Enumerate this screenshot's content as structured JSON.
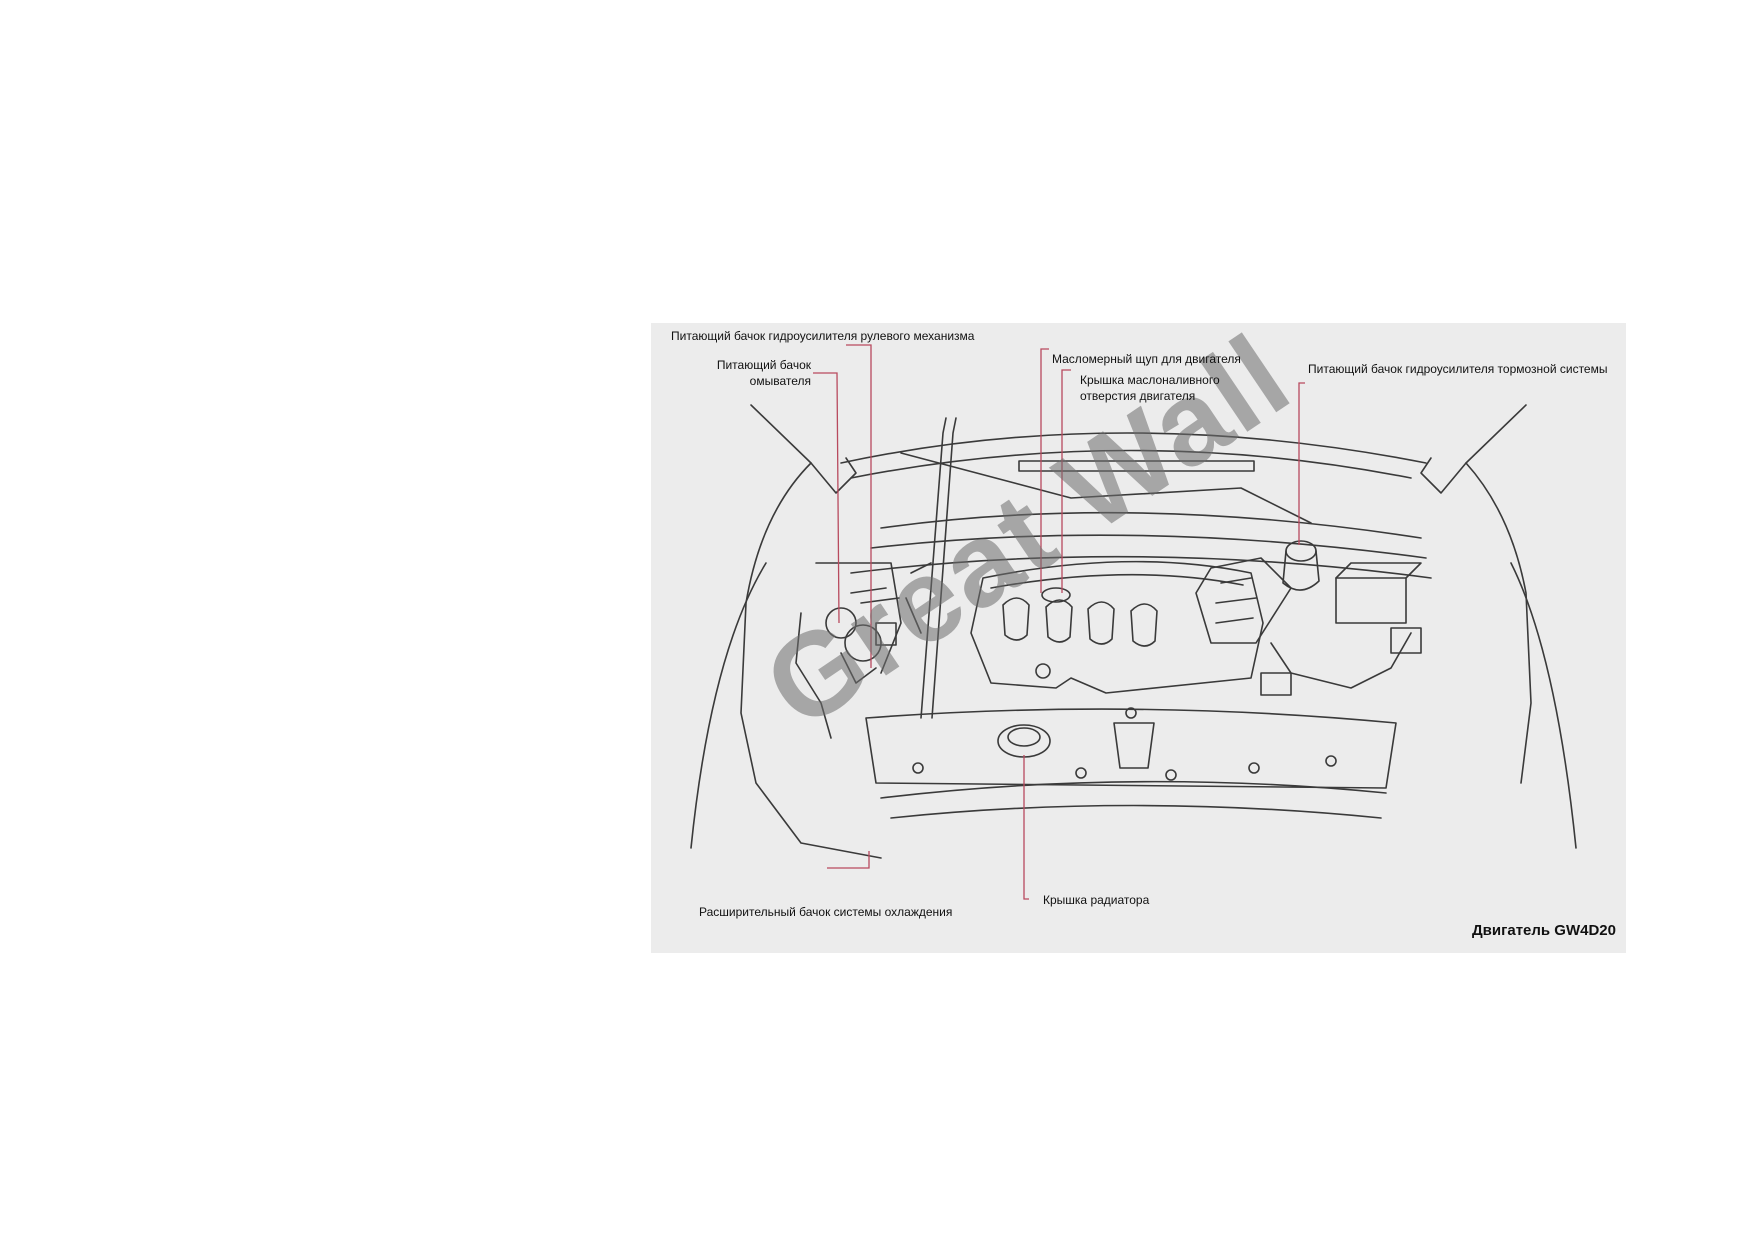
{
  "labels": {
    "steering_reservoir": "Питающий бачок гидроусилителя рулевого механизма",
    "washer_reservoir_line1": "Питающий бачок",
    "washer_reservoir_line2": "омывателя",
    "oil_dipstick": "Масломерный щуп для двигателя",
    "oil_cap_line1": "Крышка маслоналивного",
    "oil_cap_line2": "отверстия двигателя",
    "brake_reservoir": "Питающий бачок гидроусилителя тормозной системы",
    "coolant_tank": "Расширительный бачок системы охлаждения",
    "radiator_cap": "Крышка радиатора"
  },
  "caption": "Двигатель GW4D20",
  "watermark": "Great Wall",
  "colors": {
    "leader_line": "#b84a5e",
    "panel_bg": "#ececec",
    "drawing": "#333333"
  }
}
